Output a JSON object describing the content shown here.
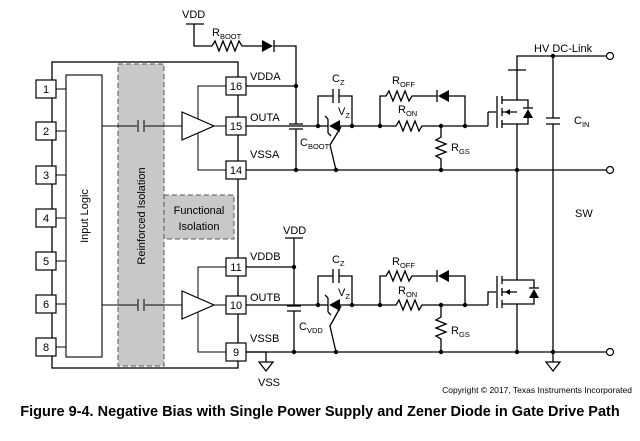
{
  "figure": {
    "caption": "Figure 9-4. Negative Bias with Single Power Supply and Zener Diode in Gate Drive Path",
    "copyright": "Copyright © 2017, Texas Instruments Incorporated"
  },
  "ic": {
    "input_pins": [
      "1",
      "2",
      "3",
      "4",
      "5",
      "6",
      "8"
    ],
    "input_logic_label": "Input Logic",
    "reinforced_isolation_label": "Reinforced Isolation",
    "functional_isolation_lines": [
      "Functional",
      "Isolation"
    ],
    "output_pins": [
      "16",
      "15",
      "14",
      "11",
      "10",
      "9"
    ],
    "pin_labels": [
      "VDDA",
      "OUTA",
      "VSSA",
      "VDDB",
      "OUTB",
      "VSSB"
    ]
  },
  "rails": {
    "vdd_label": "VDD",
    "vss_label": "VSS",
    "hv_label": "HV DC-Link",
    "sw_label": "SW"
  },
  "components": {
    "r_boot": {
      "base": "R",
      "sub": "BOOT"
    },
    "c_boot": {
      "base": "C",
      "sub": "BOOT"
    },
    "c_vdd": {
      "base": "C",
      "sub": "VDD"
    },
    "c_z": {
      "base": "C",
      "sub": "Z"
    },
    "v_z": {
      "base": "V",
      "sub": "Z"
    },
    "r_off": {
      "base": "R",
      "sub": "OFF"
    },
    "r_on": {
      "base": "R",
      "sub": "ON"
    },
    "r_gs": {
      "base": "R",
      "sub": "GS"
    },
    "c_in": {
      "base": "C",
      "sub": "IN"
    }
  }
}
